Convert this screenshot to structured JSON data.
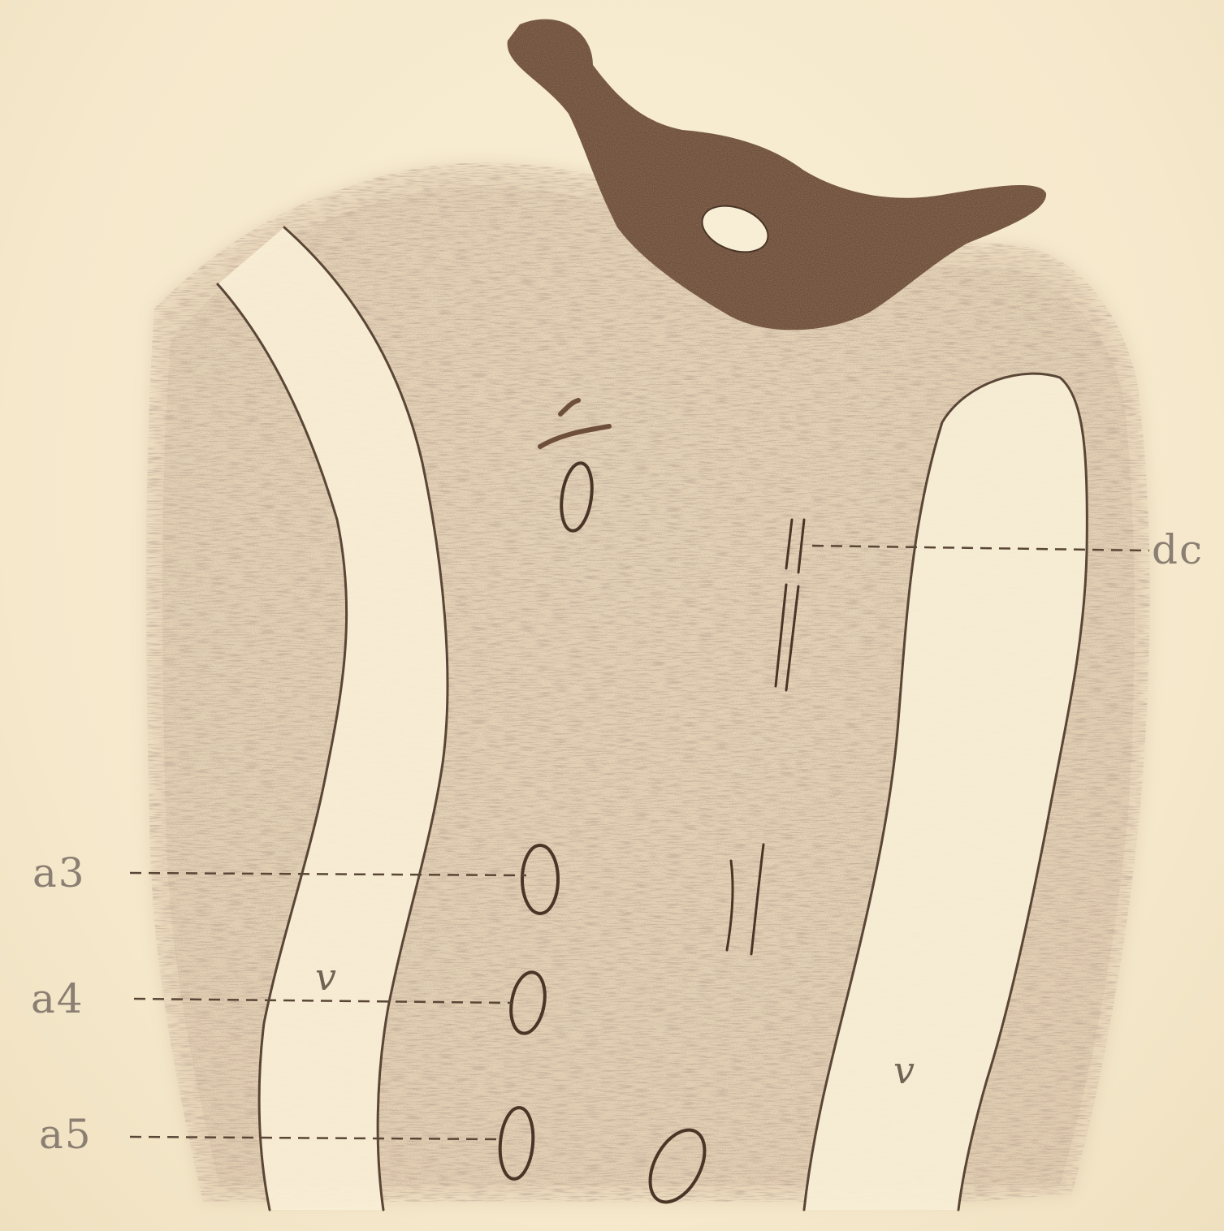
{
  "figure": {
    "labels": {
      "dc": "dc",
      "a3": "a3",
      "a4": "a4",
      "a5": "a5",
      "v_left": "v",
      "v_right": "v"
    },
    "colors": {
      "paper": "#f7ecd2",
      "stipple": "#9c7c62",
      "dark_mass": "#6e4f3b",
      "line": "#5a4636",
      "label": "#8a7f72"
    }
  }
}
